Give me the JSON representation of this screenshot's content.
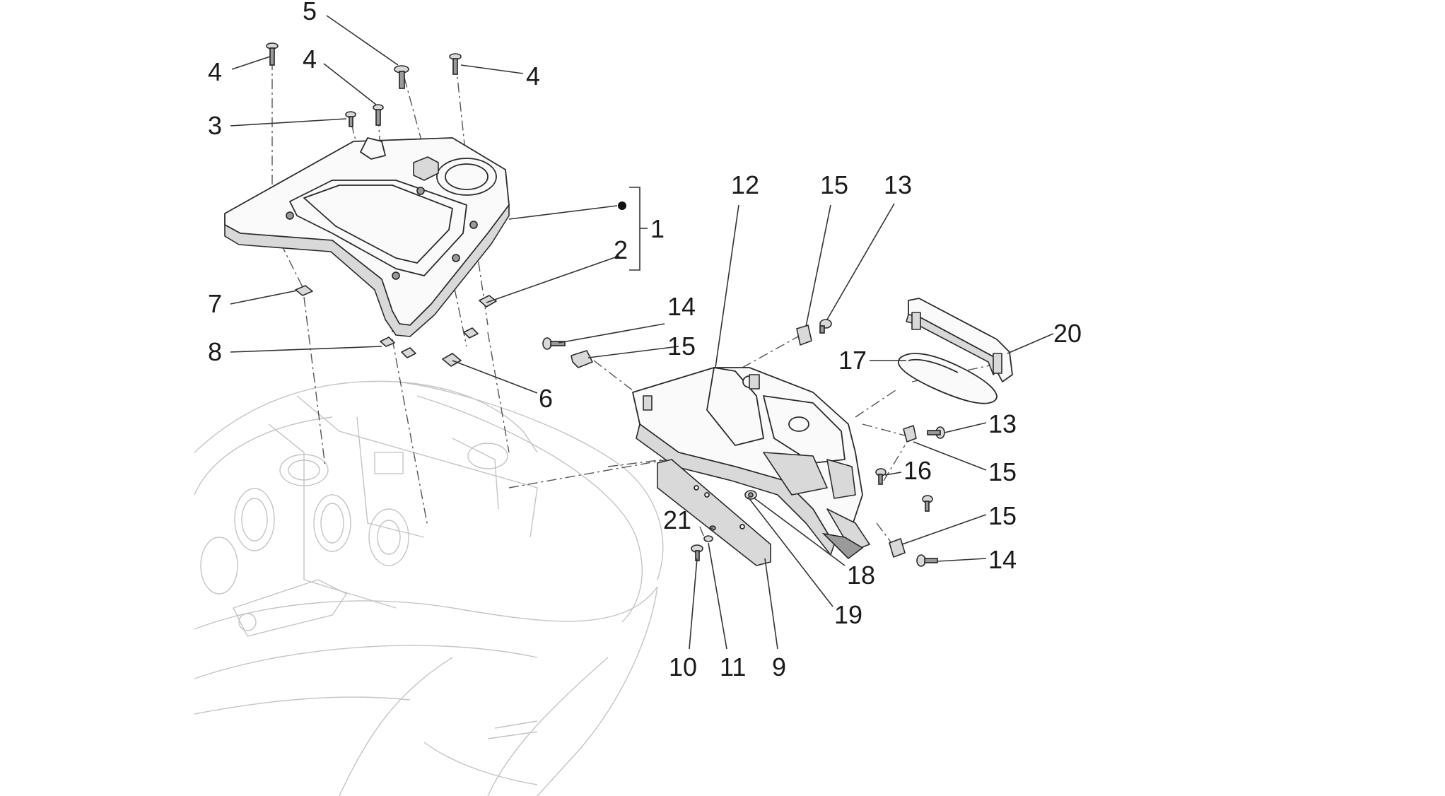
{
  "callouts": {
    "c1": "1",
    "c2": "2",
    "c3": "3",
    "c4a": "4",
    "c4b": "4",
    "c4c": "4",
    "c5": "5",
    "c6": "6",
    "c7": "7",
    "c8": "8",
    "c9": "9",
    "c10": "10",
    "c11": "11",
    "c12": "12",
    "c13a": "13",
    "c13b": "13",
    "c14a": "14",
    "c14b": "14",
    "c15a": "15",
    "c15b": "15",
    "c15c": "15",
    "c15d": "15",
    "c16": "16",
    "c17": "17",
    "c18": "18",
    "c19": "19",
    "c20": "20",
    "c21": "21"
  }
}
